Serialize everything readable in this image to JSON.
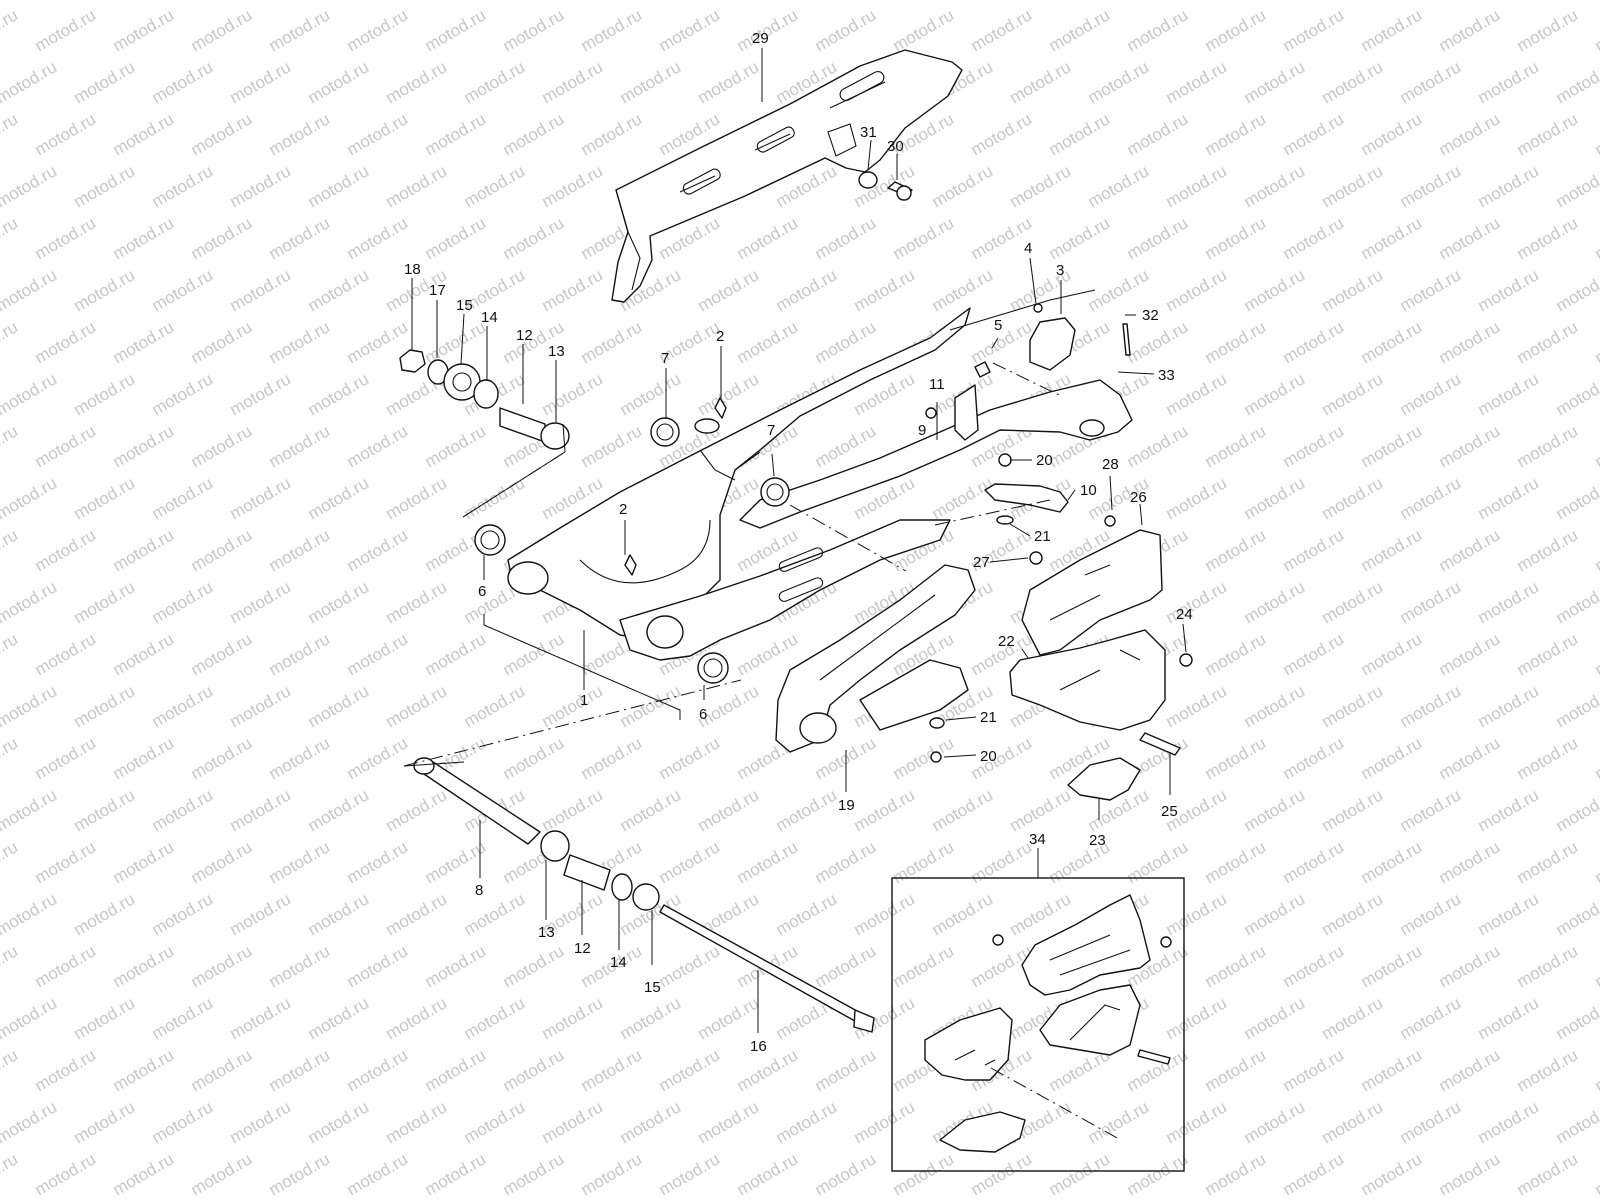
{
  "watermark": {
    "text": "motod.ru",
    "color": "#c7c7c7"
  },
  "callouts": [
    {
      "id": "29",
      "text": "29"
    },
    {
      "id": "31",
      "text": "31"
    },
    {
      "id": "30",
      "text": "30"
    },
    {
      "id": "4",
      "text": "4"
    },
    {
      "id": "3",
      "text": "3"
    },
    {
      "id": "32",
      "text": "32"
    },
    {
      "id": "5",
      "text": "5"
    },
    {
      "id": "33",
      "text": "33"
    },
    {
      "id": "18",
      "text": "18"
    },
    {
      "id": "17",
      "text": "17"
    },
    {
      "id": "15a",
      "text": "15"
    },
    {
      "id": "14a",
      "text": "14"
    },
    {
      "id": "12a",
      "text": "12"
    },
    {
      "id": "13a",
      "text": "13"
    },
    {
      "id": "7a",
      "text": "7"
    },
    {
      "id": "2a",
      "text": "2"
    },
    {
      "id": "11",
      "text": "11"
    },
    {
      "id": "9",
      "text": "9"
    },
    {
      "id": "7b",
      "text": "7"
    },
    {
      "id": "20a",
      "text": "20"
    },
    {
      "id": "28",
      "text": "28"
    },
    {
      "id": "10",
      "text": "10"
    },
    {
      "id": "26",
      "text": "26"
    },
    {
      "id": "2b",
      "text": "2"
    },
    {
      "id": "21a",
      "text": "21"
    },
    {
      "id": "27",
      "text": "27"
    },
    {
      "id": "6a",
      "text": "6"
    },
    {
      "id": "24",
      "text": "24"
    },
    {
      "id": "22",
      "text": "22"
    },
    {
      "id": "1",
      "text": "1"
    },
    {
      "id": "6b",
      "text": "6"
    },
    {
      "id": "21b",
      "text": "21"
    },
    {
      "id": "20b",
      "text": "20"
    },
    {
      "id": "25",
      "text": "25"
    },
    {
      "id": "19",
      "text": "19"
    },
    {
      "id": "23",
      "text": "23"
    },
    {
      "id": "34",
      "text": "34"
    },
    {
      "id": "8",
      "text": "8"
    },
    {
      "id": "13b",
      "text": "13"
    },
    {
      "id": "12b",
      "text": "12"
    },
    {
      "id": "14b",
      "text": "14"
    },
    {
      "id": "15b",
      "text": "15"
    },
    {
      "id": "16",
      "text": "16"
    }
  ],
  "colors": {
    "line": "#111111",
    "background": "#ffffff",
    "watermark": "#c7c7c7"
  }
}
